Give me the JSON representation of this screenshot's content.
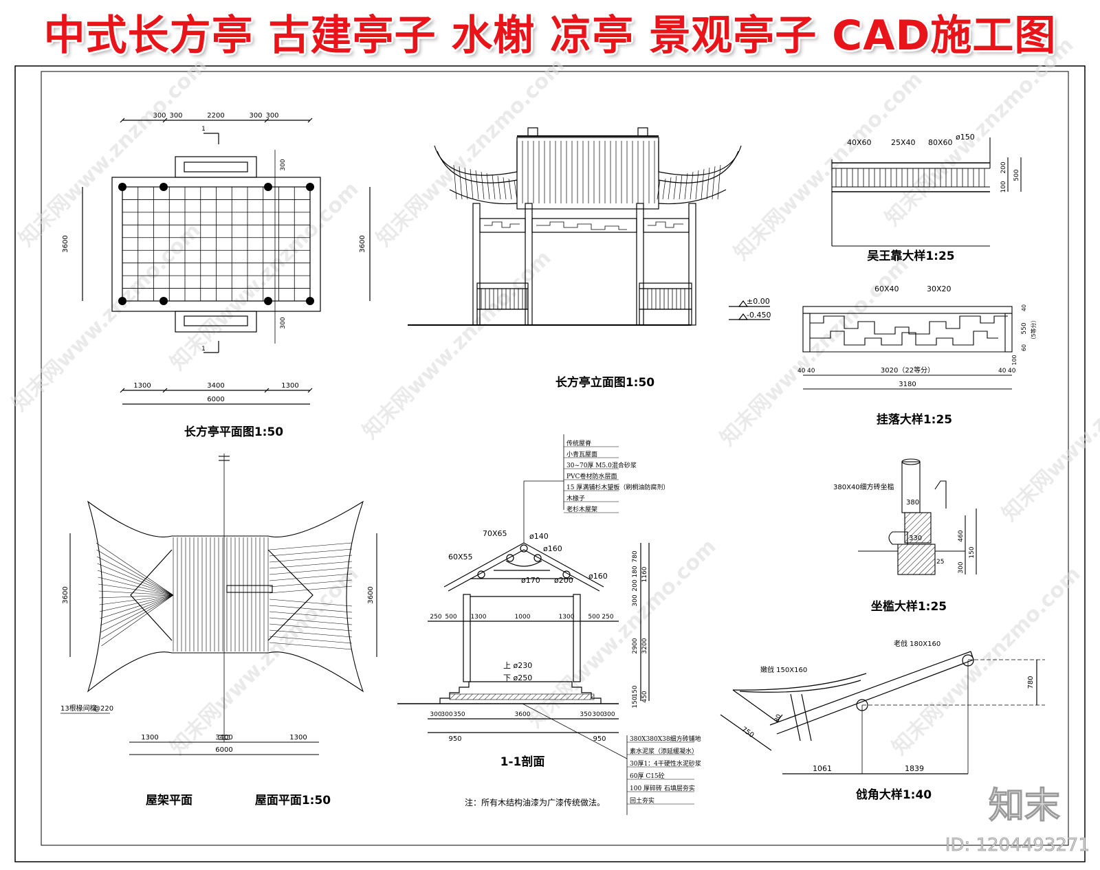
{
  "banner_title": "中式长方亭 古建亭子 水榭 凉亭 景观亭子 CAD施工图",
  "watermark_text": "知末网www.znzmo.com",
  "brand_logo": "知末",
  "image_id": "ID: 1204493271",
  "colors": {
    "banner": "#e8141a",
    "line": "#000000",
    "watermark": "#d9d9d9"
  },
  "plan": {
    "title": "长方亭平面图1:50",
    "top_dims": [
      "300",
      "300",
      "2200",
      "300",
      "300"
    ],
    "side_dim": "3600",
    "right_dims": [
      "300",
      "300"
    ],
    "bottom_dims": [
      "1300",
      "3400",
      "1300"
    ],
    "total": "6000",
    "section_mark": "1"
  },
  "elevation": {
    "title": "长方亭立面图1:50",
    "levels": [
      "±0.00",
      "-0.450"
    ]
  },
  "wuwangkao": {
    "title": "吴王靠大样1:25",
    "labels": [
      "40X60",
      "25X40",
      "80X60",
      "ø150"
    ],
    "dims": [
      "200",
      "100",
      "500"
    ]
  },
  "gualuo": {
    "title": "挂落大样1:25",
    "labels": [
      "60X40",
      "30X20"
    ],
    "dims": [
      "40",
      "40",
      "3020（22等分）",
      "40",
      "40",
      "3180",
      "550",
      "（5等分）",
      "40",
      "60",
      "100"
    ]
  },
  "roof": {
    "title_a": "屋架平面",
    "title_b": "屋面平面1:50",
    "side_dim": "3600",
    "bottom_dims": [
      "1300",
      "3400",
      "1300"
    ],
    "total": "6000",
    "note": "13根椽间檩",
    "spacing": "@220"
  },
  "section": {
    "title": "1-1剖面",
    "note": "注：所有木结构油漆为广漆传统做法。",
    "roof_layers": [
      "传统屋脊",
      "小青瓦屋面",
      "30~70厚 M5.0混合砂浆",
      "PVC卷材防水层面",
      "15 厚满铺杉木望板（刷桐油防腐剂）",
      "木椽子",
      "老杉木屋架"
    ],
    "floor_layers": [
      "380X380X38细方砖铺地",
      "素水泥浆（添延缓凝水）",
      "30厚1：4干硬性水泥砂浆",
      "60厚 C15砼",
      "100 厚碎砖  石填层夯实",
      "回土夯实"
    ],
    "member_labels": [
      "70X65",
      "60X55",
      "ø140",
      "ø160",
      "ø170",
      "ø200",
      "ø160",
      "上 ø230",
      "下 ø250"
    ],
    "top_dims": [
      "250",
      "500",
      "1300",
      "1000",
      "1300",
      "500",
      "250"
    ],
    "right_dims": [
      "780",
      "180",
      "200",
      "1160",
      "300",
      "2900",
      "3200",
      "150",
      "150",
      "450"
    ],
    "bottom_dims": [
      "300",
      "300",
      "350",
      "3600",
      "350",
      "300",
      "300"
    ],
    "bottom_sub": [
      "950",
      "950"
    ]
  },
  "zuikan": {
    "title": "坐槛大样1:25",
    "labels": [
      "380X40细方砖坐槛",
      "380",
      "330"
    ],
    "dims": [
      "460",
      "150",
      "300",
      "25"
    ]
  },
  "qiangjiao": {
    "title": "戗角大样1:40",
    "labels": [
      "老戗  180X160",
      "嫩戗  150X160"
    ],
    "dims": [
      "780",
      "750",
      "1061",
      "1839",
      "80"
    ]
  }
}
